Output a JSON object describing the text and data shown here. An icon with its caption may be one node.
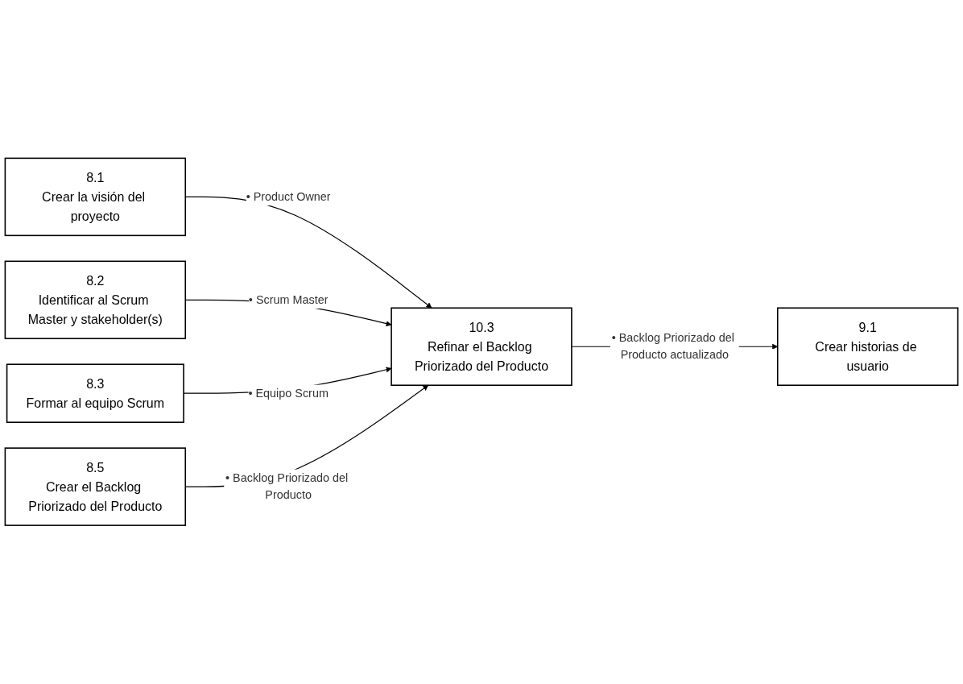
{
  "diagram": {
    "nodes": [
      {
        "text": [
          "8.1",
          "Crear la visión del proyecto"
        ]
      },
      {
        "text": [
          "8.2",
          "Identificar al Scrum Master y stakeholder(s)"
        ]
      },
      {
        "text": [
          "8.3",
          "Formar al equipo Scrum"
        ]
      },
      {
        "text": [
          "8.5",
          "Crear el Backlog Priorizado del Producto"
        ]
      },
      {
        "text": [
          "10.3",
          "Refinar el Backlog Priorizado del Producto"
        ]
      },
      {
        "text": [
          "9.1",
          "Crear historias de usuario"
        ]
      }
    ],
    "edges": [
      {
        "from": 0,
        "to": 4,
        "arrow": "to",
        "label": "• Product Owner"
      },
      {
        "from": 1,
        "to": 4,
        "arrow": "to",
        "label": "• Scrum Master"
      },
      {
        "from": 2,
        "to": 4,
        "arrow": "to",
        "label": "• Equipo Scrum"
      },
      {
        "from": 3,
        "to": 4,
        "arrow": "to",
        "label": "• Backlog Priorizado del Producto"
      },
      {
        "from": 4,
        "to": 5,
        "arrow": "to",
        "label": "• Backlog Priorizado del Producto actualizado"
      }
    ]
  }
}
